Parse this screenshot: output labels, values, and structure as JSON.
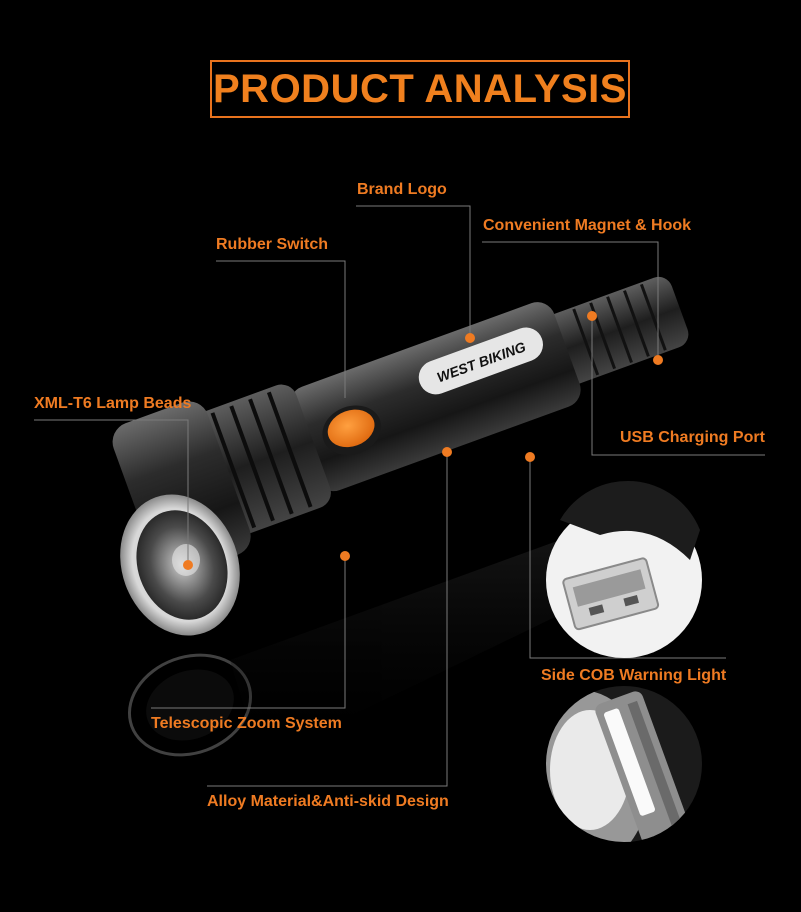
{
  "title": "PRODUCT ANALYSIS",
  "brand_on_body": "WEST BIKING",
  "accent_color": "#ef7b22",
  "background_color": "#000000",
  "callouts": {
    "brand_logo": "Brand Logo",
    "magnet_hook": "Convenient Magnet & Hook",
    "rubber_switch": "Rubber Switch",
    "lamp_beads": "XML-T6 Lamp Beads",
    "usb_port": "USB Charging Port",
    "cob_light": "Side COB Warning Light",
    "zoom_system": "Telescopic Zoom System",
    "alloy_material": "Alloy Material&Anti-skid Design"
  },
  "icons": {
    "callout_marker": "orange-dot-icon",
    "usb_detail": "usb-connector-icon",
    "cob_detail": "cob-light-icon"
  }
}
